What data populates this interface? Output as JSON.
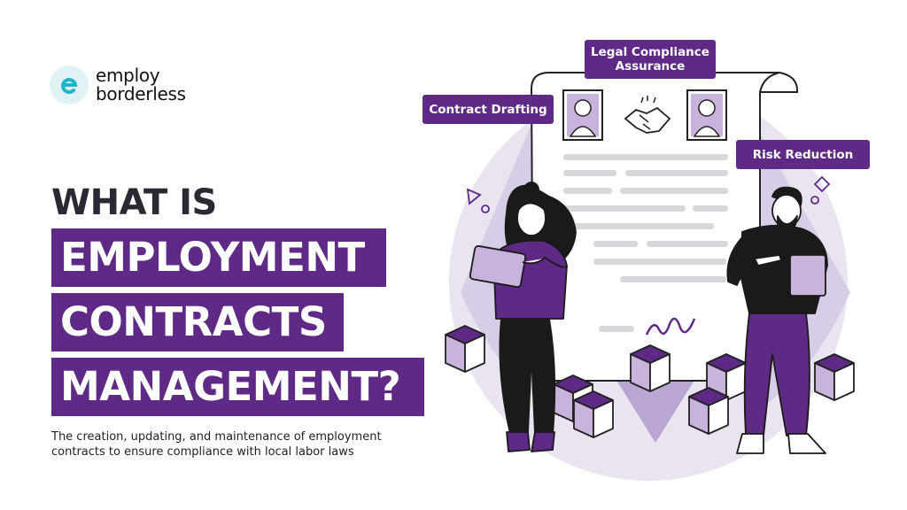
{
  "brand": {
    "line1": "employ",
    "line2": "borderless",
    "mark_letter": "e",
    "accent_color": "#5e2a86",
    "mark_color": "#1fb5c9"
  },
  "heading": {
    "line1": "WHAT IS",
    "line2": "EMPLOYMENT",
    "line3": "CONTRACTS",
    "line4": "MANAGEMENT?"
  },
  "subtitle": "The creation, updating, and maintenance of employment contracts to ensure compliance with local labor laws",
  "tags": {
    "drafting": "Contract Drafting",
    "legal_line1": "Legal Compliance",
    "legal_line2": "Assurance",
    "risk": "Risk Reduction"
  },
  "icons": [
    "user-avatar-icon",
    "handshake-icon",
    "user-avatar-icon",
    "triangle-outline-icon",
    "circle-outline-icon",
    "diamond-outline-icon",
    "cube-icon"
  ]
}
